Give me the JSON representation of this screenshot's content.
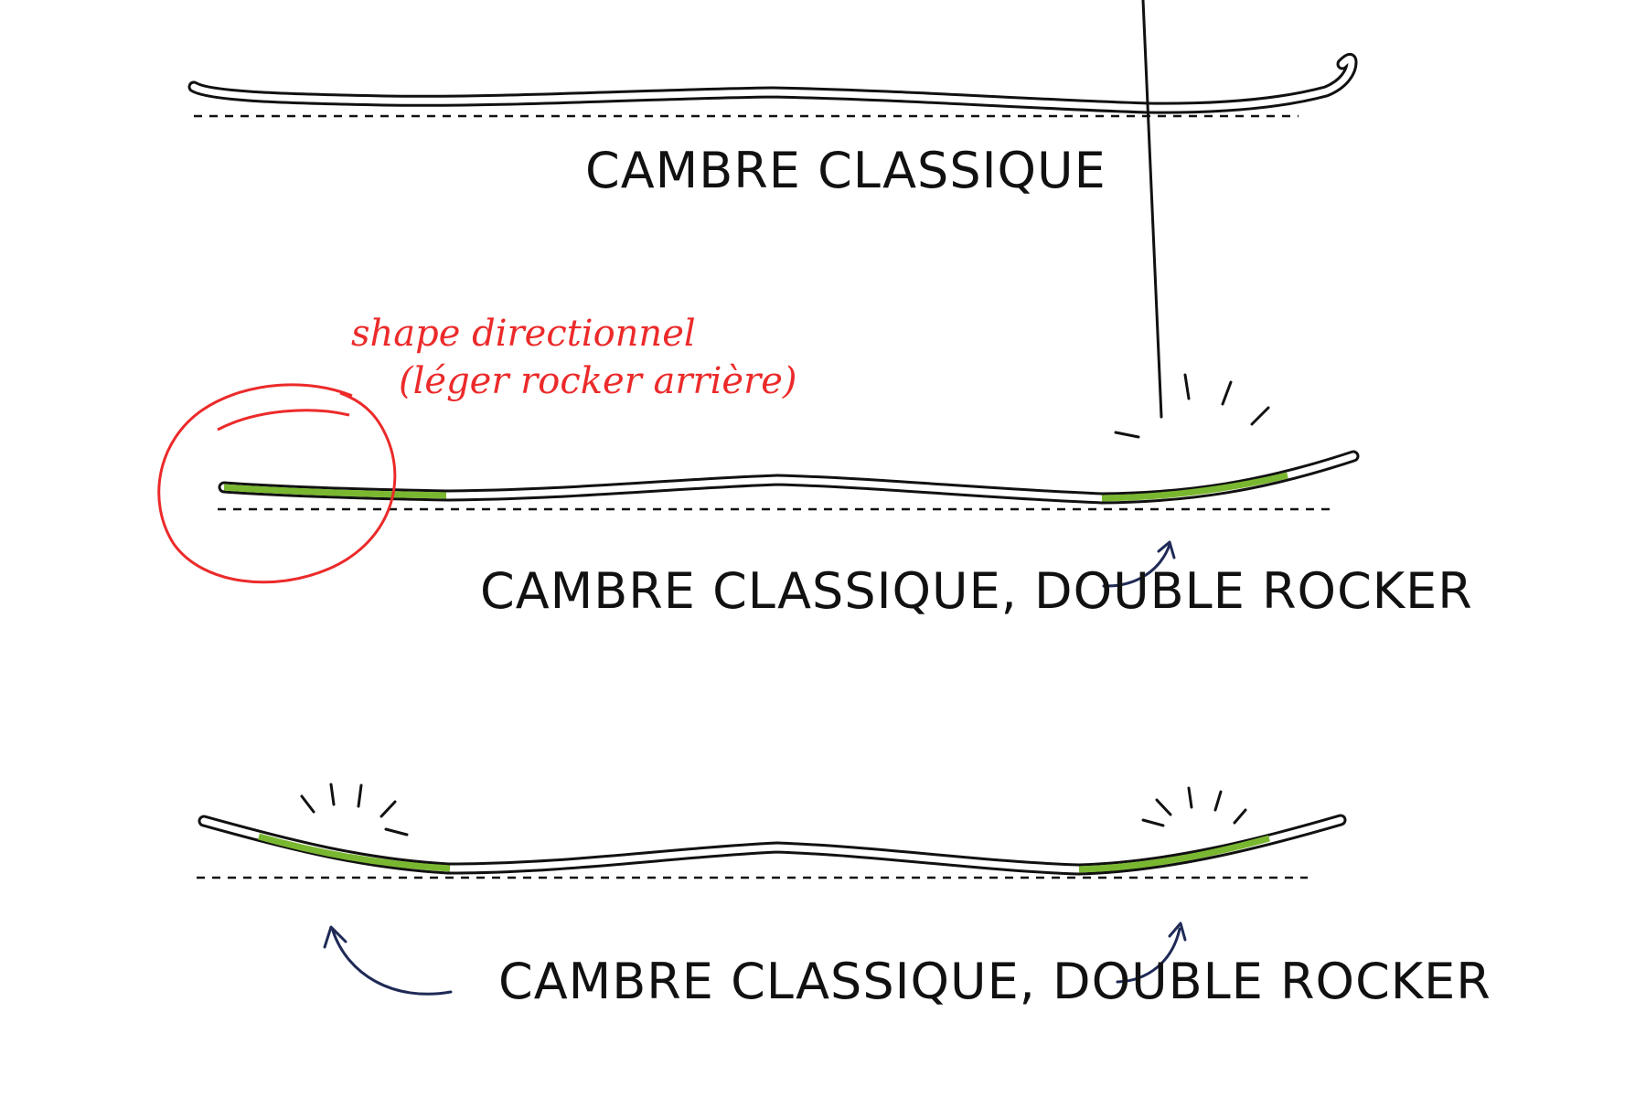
{
  "diagrams": [
    {
      "caption": "CAMBRE CLASSIQUE"
    },
    {
      "caption": "CAMBRE CLASSIQUE, DOUBLE ROCKER"
    },
    {
      "caption": "CAMBRE CLASSIQUE, DOUBLE ROCKER"
    }
  ],
  "annotation": {
    "line1": "shape directionnel",
    "line2": "(léger rocker arrière)"
  },
  "colors": {
    "board_outline": "#111111",
    "rocker_zone": "#7ab730",
    "annotation": "#ec2a2a",
    "arrow": "#1f2a56"
  }
}
